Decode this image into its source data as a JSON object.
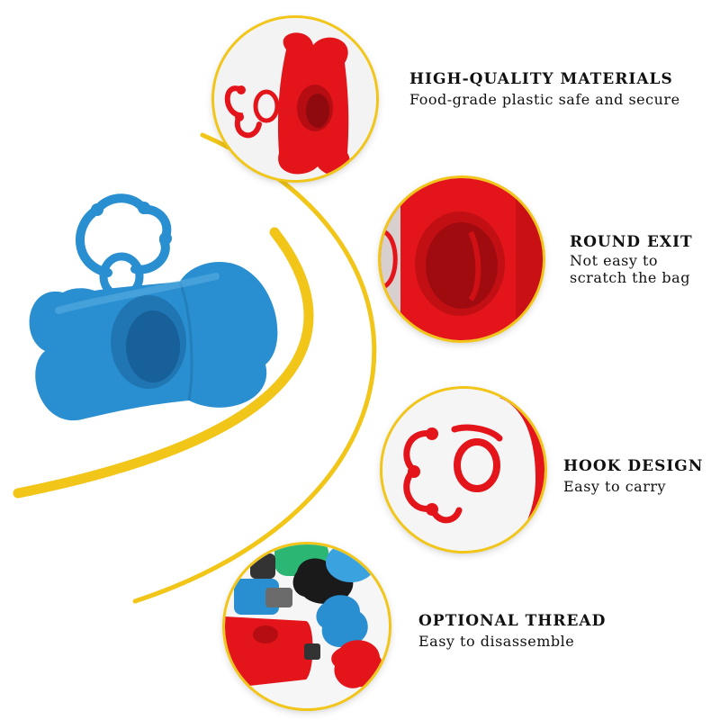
{
  "theme": {
    "accent": "#f2c519",
    "product_blue": "#2a8fd0",
    "product_red": "#e3141a",
    "text": "#111111"
  },
  "hero": {
    "product": "blue bone-shaped poop bag dispenser with ring hook"
  },
  "features": [
    {
      "title": "HIGH-QUALITY MATERIALS",
      "description": "Food-grade plastic safe and secure",
      "image_icon": "red-bone-dispenser-icon"
    },
    {
      "title": "ROUND EXIT",
      "description": "Not easy to\nscratch the bag",
      "image_icon": "round-exit-closeup-icon"
    },
    {
      "title": "HOOK DESIGN",
      "description": "Easy to carry",
      "image_icon": "hook-ring-closeup-icon"
    },
    {
      "title": "OPTIONAL THREAD",
      "description": "Easy to disassemble",
      "image_icon": "multicolor-dispensers-icon"
    }
  ]
}
